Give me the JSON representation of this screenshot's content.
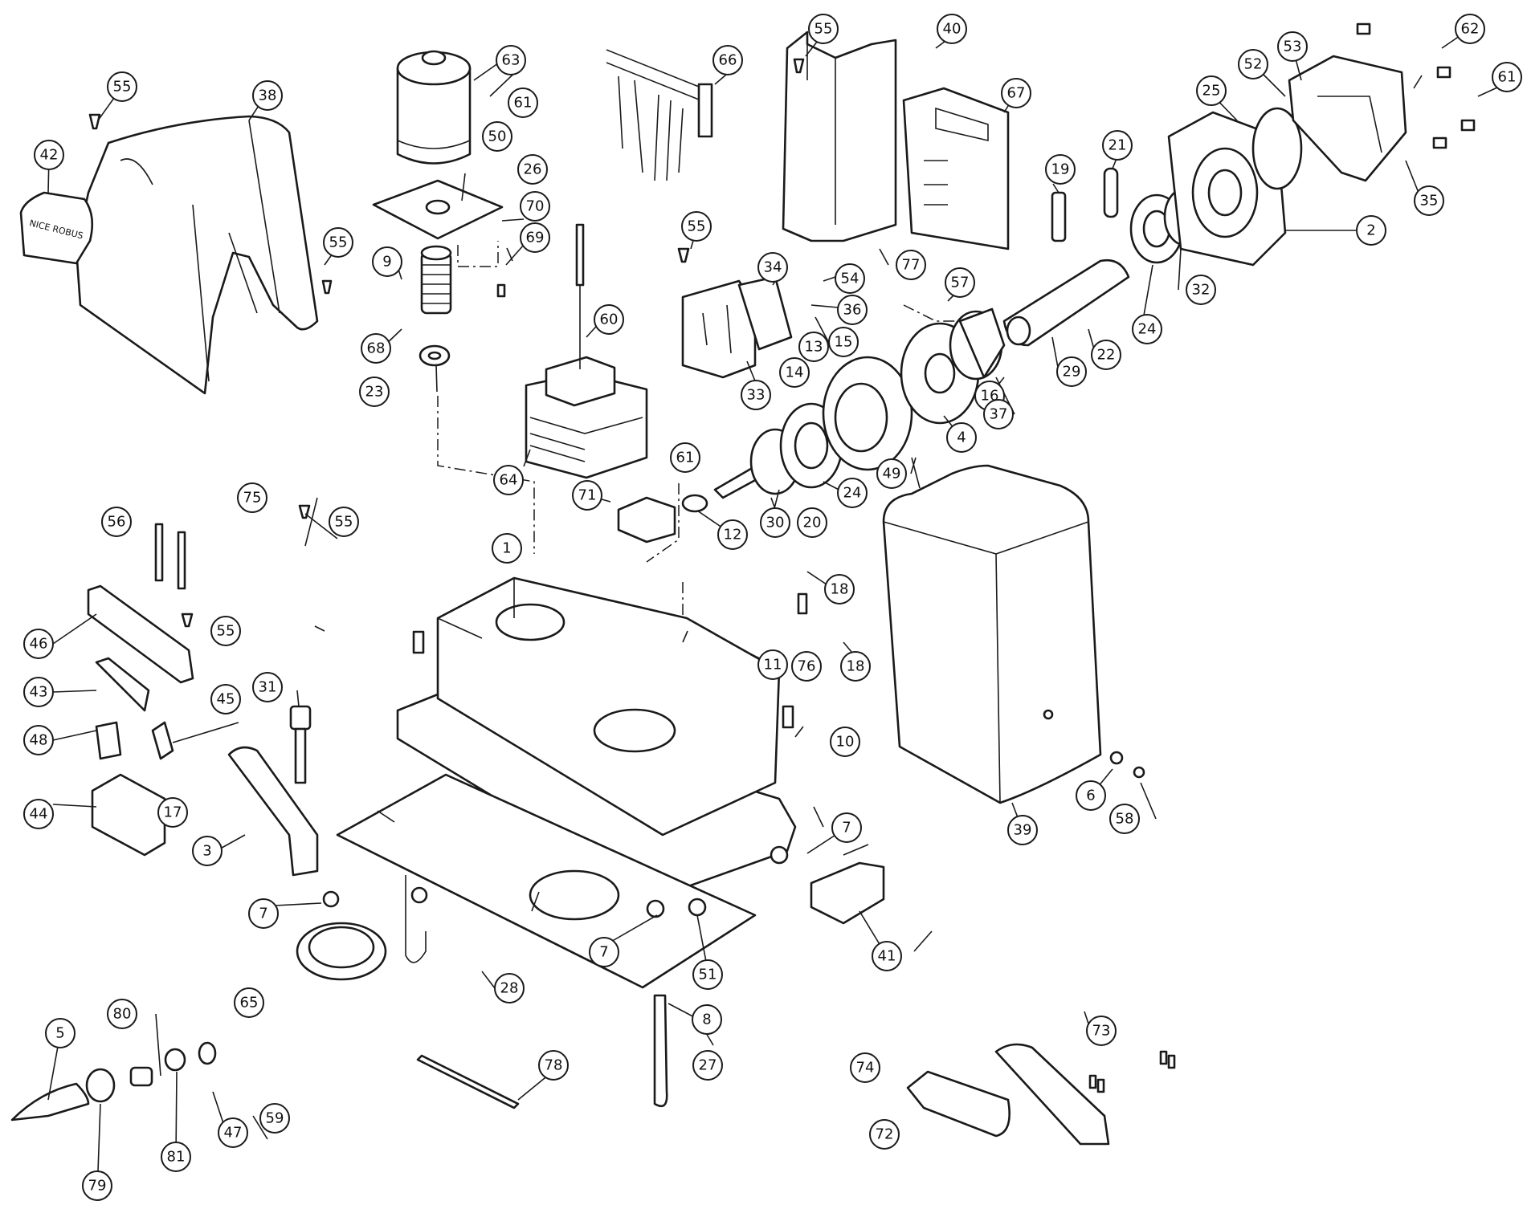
{
  "cover_label": "NICE ROBUS",
  "callouts": [
    "1",
    "2",
    "3",
    "4",
    "5",
    "6",
    "7",
    "7",
    "7",
    "7",
    "8",
    "9",
    "10",
    "11",
    "12",
    "13",
    "14",
    "15",
    "16",
    "17",
    "18",
    "18",
    "19",
    "20",
    "21",
    "22",
    "23",
    "24",
    "24",
    "25",
    "26",
    "27",
    "28",
    "29",
    "30",
    "31",
    "32",
    "33",
    "34",
    "35",
    "36",
    "37",
    "38",
    "39",
    "40",
    "41",
    "42",
    "43",
    "44",
    "45",
    "46",
    "47",
    "48",
    "49",
    "50",
    "51",
    "52",
    "53",
    "54",
    "55",
    "55",
    "55",
    "55",
    "55",
    "55",
    "56",
    "57",
    "58",
    "59",
    "60",
    "61",
    "61",
    "61",
    "62",
    "63",
    "64",
    "65",
    "66",
    "67",
    "68",
    "69",
    "70",
    "71",
    "72",
    "73",
    "74",
    "75",
    "76",
    "77",
    "78",
    "79",
    "80",
    "81"
  ]
}
